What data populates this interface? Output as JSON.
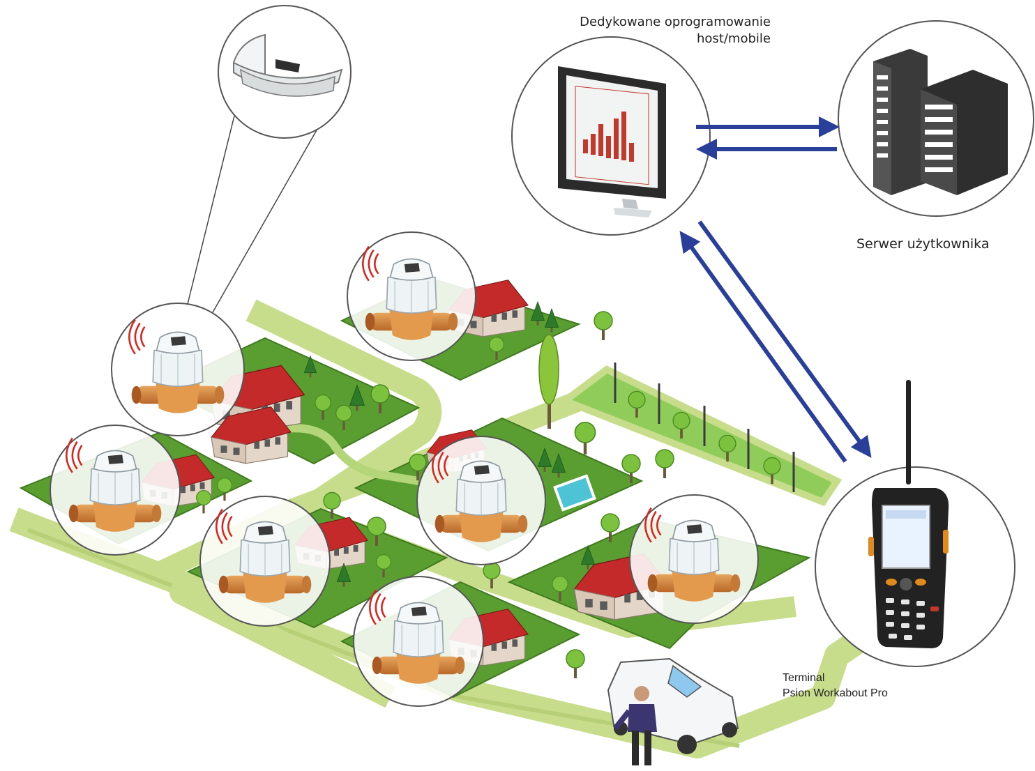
{
  "labels": {
    "host_software_line1": "Dedykowane oprogramowanie",
    "host_software_line2": "host/mobile",
    "user_server": "Serwer użytkownika",
    "terminal_line1": "Terminal",
    "terminal_line2": "Psion Workabout Pro"
  },
  "colors": {
    "arrow": "#2a3f9a",
    "lawn": "#5a9e32",
    "lawn_dark": "#3f7a1e",
    "road": "#c8dd8c",
    "roof": "#c22a2a",
    "house_wall": "#e2d4c6",
    "meter_body": "#e6eef0",
    "meter_pipe": "#d58a3a",
    "monitor": "#2b2b2b",
    "chart_bars": "#c0392b",
    "server": "#2e2e2e",
    "terminal_body": "#222222",
    "terminal_screen": "#e9f2ff",
    "terminal_keys": "#e08a1e",
    "van": "#f4f6f8",
    "person": "#3b3570"
  },
  "icons": {
    "monitor": "monitor-icon",
    "server": "server-rack-icon",
    "terminal": "handheld-terminal-icon",
    "meter": "water-meter-icon",
    "radio": "radio-waves-icon",
    "van": "van-icon",
    "person": "technician-icon"
  }
}
